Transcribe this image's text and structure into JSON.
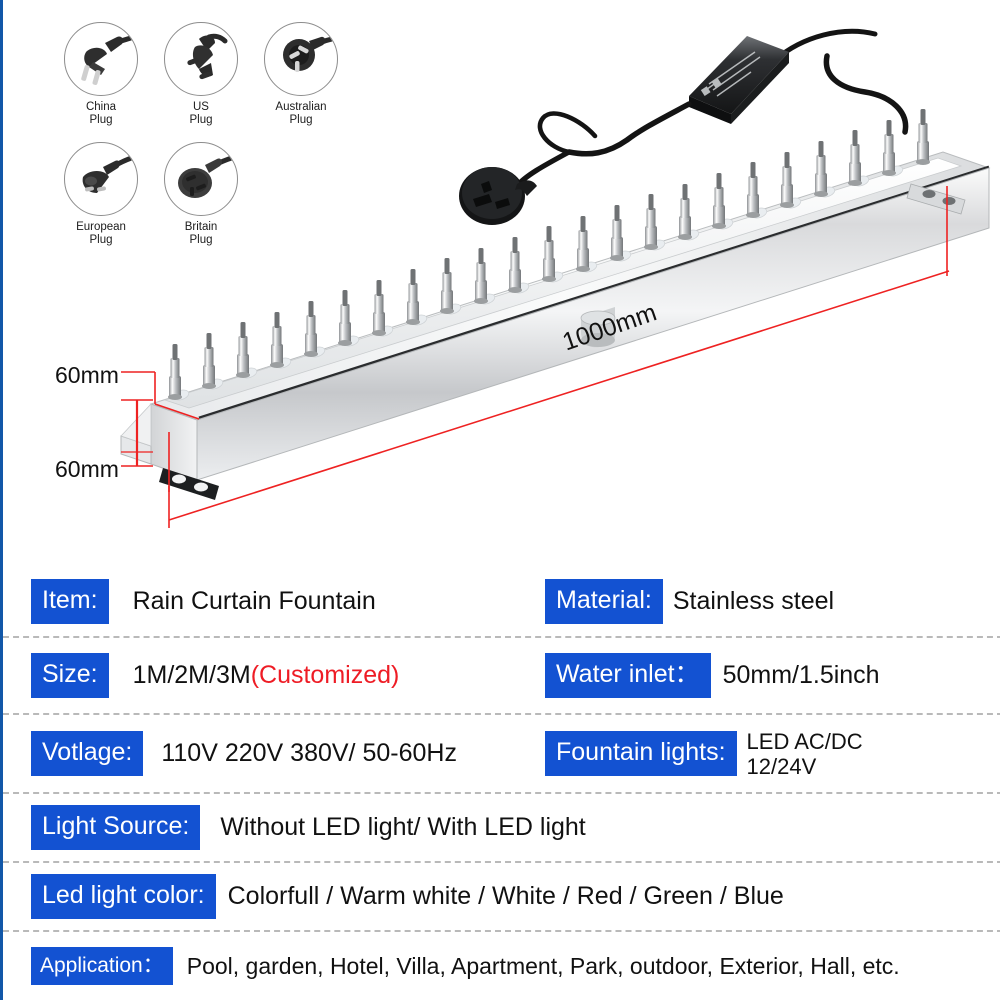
{
  "product_photo": {
    "plug_options": {
      "section_name": "plug-types",
      "items": [
        {
          "icon": "china-plug-icon",
          "label_line1": "China",
          "label_line2": "Plug"
        },
        {
          "icon": "us-plug-icon",
          "label_line1": "US",
          "label_line2": "Plug"
        },
        {
          "icon": "australian-plug-icon",
          "label_line1": "Australian",
          "label_line2": "Plug"
        },
        {
          "icon": "european-plug-icon",
          "label_line1": "European",
          "label_line2": "Plug"
        },
        {
          "icon": "britain-plug-icon",
          "label_line1": "Britain",
          "label_line2": "Plug"
        }
      ]
    },
    "dimensions": {
      "height_label": "60mm",
      "depth_label": "60mm",
      "length_label": "1000mm",
      "dimension_line_color": "#ee2222"
    },
    "components": {
      "power_supply": "power-supply-transformer",
      "plug": "uk-mains-plug",
      "nozzles": "water-jet-nozzles",
      "led_strip": "led-light-strip",
      "water_inlet_pipe": "water-inlet-pipe",
      "mounting_brackets": "mounting-bracket"
    }
  },
  "specifications": {
    "accent_color": "#1352d2",
    "highlight_color": "#ee1c25",
    "rows": [
      {
        "left": {
          "label": "Item:",
          "value": "Rain Curtain Fountain"
        },
        "right": {
          "label": "Material:",
          "value": "Stainless steel"
        }
      },
      {
        "left": {
          "label": "Size:",
          "value_main": "1M/2M/3M",
          "value_highlight": "(Customized)"
        },
        "right": {
          "label": "Water  inlet：",
          "value": "50mm/1.5inch"
        }
      },
      {
        "left": {
          "label": "Votlage:",
          "value": "110V 220V 380V/ 50-60Hz"
        },
        "right": {
          "label": "Fountain lights:",
          "value_line1": "LED AC/DC",
          "value_line2": "12/24V"
        }
      }
    ],
    "full_rows": [
      {
        "label": "Light Source:",
        "value": "Without LED light/ With LED light"
      },
      {
        "label": "Led light color:",
        "value": "Colorfull / Warm white / White / Red / Green / Blue"
      },
      {
        "label": "Application：",
        "value": "Pool, garden, Hotel, Villa, Apartment, Park,  outdoor, Exterior, Hall, etc."
      }
    ]
  }
}
